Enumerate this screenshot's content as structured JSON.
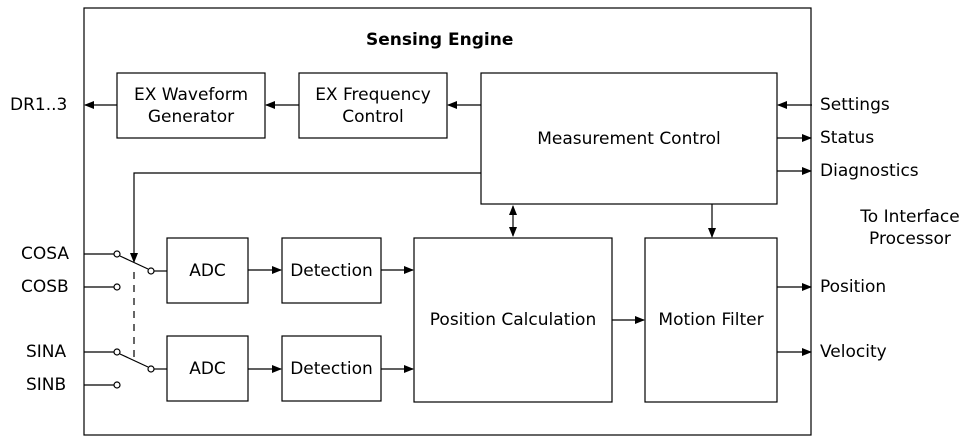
{
  "title": "Sensing Engine",
  "blocks": {
    "ex_waveform": [
      "EX Waveform",
      "Generator"
    ],
    "ex_frequency": [
      "EX Frequency",
      "Control"
    ],
    "measurement_control": "Measurement Control",
    "adc_top": "ADC",
    "adc_bottom": "ADC",
    "detection_top": "Detection",
    "detection_bottom": "Detection",
    "position_calculation": "Position Calculation",
    "motion_filter": "Motion Filter"
  },
  "signals": {
    "dr": "DR1..3",
    "settings": "Settings",
    "status": "Status",
    "diagnostics": "Diagnostics",
    "interface_note": [
      "To Interface",
      "Processor"
    ],
    "position": "Position",
    "velocity": "Velocity",
    "inputs": [
      "COSA",
      "COSB",
      "SINA",
      "SINB"
    ]
  }
}
